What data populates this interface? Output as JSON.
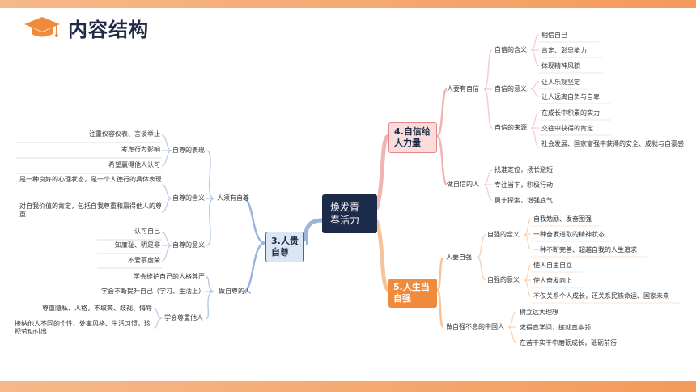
{
  "header": {
    "title": "内容结构",
    "icon": "graduation-cap-icon"
  },
  "colors": {
    "accent": "#f39a5a",
    "central": "#1c2b4a",
    "blue_branch": "#3f67b0",
    "pink_branch": "#e28a8a",
    "orange_branch": "#f08a3c",
    "line_blue": "#9bb5dc",
    "line_pink": "#f2b3b3",
    "line_orange": "#f7c39a"
  },
  "center": {
    "label": "焕发青\n春活力"
  },
  "left": {
    "label": "3.人贵\n自尊",
    "groups": [
      {
        "label": "人须有自尊",
        "subs": [
          {
            "label": "自尊的表现",
            "items": [
              "注重仪容仪表、言谈举止",
              "考虑行为影响",
              "希望赢得他人认可"
            ]
          },
          {
            "label": "自尊的含义",
            "items": [
              "是一种良好的心理状态，是一个人德行的具体表现",
              "对自我价值的肯定，包括自我尊重和赢得他人的尊重"
            ]
          },
          {
            "label": "自尊的意义",
            "items": [
              "认可自己",
              "知廉耻、明是非",
              "不爱慕虚荣"
            ]
          }
        ]
      },
      {
        "label": "做自尊的人",
        "direct": [
          "学会维护自己的人格尊严",
          "学会不断提升自己（学习、生活上）"
        ],
        "subs": [
          {
            "label": "学会尊重他人",
            "items": [
              "尊重隐私、人格，不取笑、歧视、侮辱",
              "接纳他人不同的个性、处事风格、生活习惯，珍视劳动付出"
            ]
          }
        ]
      }
    ]
  },
  "right_top": {
    "label": "4.自信给\n人力量",
    "groups": [
      {
        "label": "人要有自信",
        "subs": [
          {
            "label": "自信的含义",
            "items": [
              "相信自己",
              "肯定、彰显能力",
              "体现精神风貌"
            ]
          },
          {
            "label": "自信的意义",
            "items": [
              "让人乐观坚定",
              "让人远离自负与自卑"
            ]
          },
          {
            "label": "自信的来源",
            "items": [
              "在成长中积累的实力",
              "交往中获得的肯定",
              "社会发展、国家富强中获得的安全、成就与自豪感"
            ]
          }
        ]
      },
      {
        "label": "做自信的人",
        "items": [
          "找准定位，扬长避短",
          "专注当下，积极行动",
          "勇于探索，增强底气"
        ]
      }
    ]
  },
  "right_bottom": {
    "label": "5.人生当\n自强",
    "groups": [
      {
        "label": "人要自强",
        "subs": [
          {
            "label": "自强的含义",
            "items": [
              "自我勉励、发奋图强",
              "一种奋发进取的精神状态",
              "一种不断完善、超越自我的人生追求"
            ]
          },
          {
            "label": "自强的意义",
            "items": [
              "使人自主自立",
              "使人奋发向上",
              "不仅关系个人成长，还关系民族命运、国家未来"
            ]
          }
        ]
      },
      {
        "label": "做自强不息的中国人",
        "items": [
          "树立远大理想",
          "求得真学问，练就真本领",
          "在苦干实干中磨砺成长，砥砺前行"
        ]
      }
    ]
  }
}
